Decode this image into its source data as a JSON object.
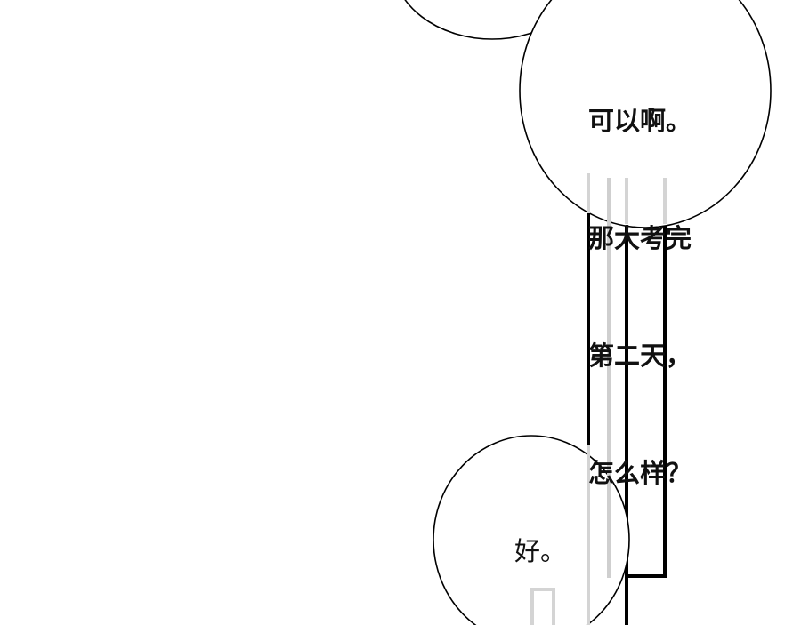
{
  "bubbles": {
    "top_right": {
      "lines": [
        "可以啊。",
        "那大考完",
        "第二天，",
        "怎么样？"
      ]
    },
    "bottom": {
      "text": "好。"
    }
  }
}
